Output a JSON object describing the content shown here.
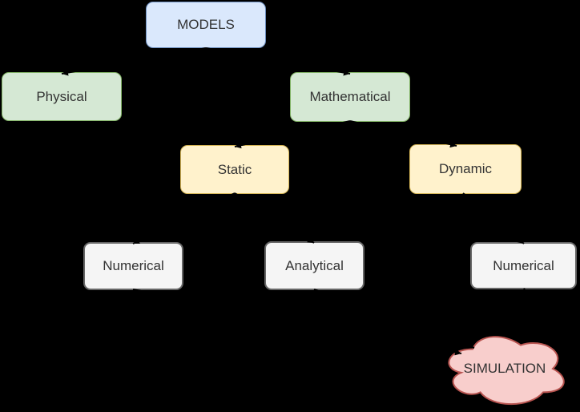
{
  "diagram": {
    "type": "tree-flowchart",
    "background_color": "#000000",
    "label_color": "#333333",
    "edge_color": "#000000",
    "nodes": [
      {
        "id": "models",
        "label": "MODELS",
        "shape": "rounded-rectangle",
        "fill": "#dae8fc",
        "stroke": "#6c8ebf"
      },
      {
        "id": "physical",
        "label": "Physical",
        "shape": "rounded-rectangle",
        "fill": "#d5e8d4",
        "stroke": "#82b366"
      },
      {
        "id": "mathematical",
        "label": "Mathematical",
        "shape": "rounded-rectangle",
        "fill": "#d5e8d4",
        "stroke": "#82b366"
      },
      {
        "id": "static",
        "label": "Static",
        "shape": "rounded-rectangle",
        "fill": "#fff2cc",
        "stroke": "#d6b656"
      },
      {
        "id": "dynamic",
        "label": "Dynamic",
        "shape": "rounded-rectangle",
        "fill": "#fff2cc",
        "stroke": "#d6b656"
      },
      {
        "id": "numerical-left",
        "label": "Numerical",
        "shape": "rounded-rectangle",
        "fill": "#f5f5f5",
        "stroke": "#666666"
      },
      {
        "id": "analytical",
        "label": "Analytical",
        "shape": "rounded-rectangle",
        "fill": "#f5f5f5",
        "stroke": "#666666"
      },
      {
        "id": "numerical-right",
        "label": "Numerical",
        "shape": "rounded-rectangle",
        "fill": "#f5f5f5",
        "stroke": "#666666"
      },
      {
        "id": "simulation",
        "label": "SIMULATION",
        "shape": "cloud",
        "fill": "#f8cecc",
        "stroke": "#b85450"
      }
    ],
    "edges": [
      {
        "from": "models",
        "to": "physical"
      },
      {
        "from": "models",
        "to": "mathematical"
      },
      {
        "from": "mathematical",
        "to": "static"
      },
      {
        "from": "mathematical",
        "to": "dynamic"
      },
      {
        "from": "static",
        "to": "numerical-left"
      },
      {
        "from": "static",
        "to": "analytical"
      },
      {
        "from": "dynamic",
        "to": "numerical-right"
      },
      {
        "from": "numerical-left",
        "to": "simulation"
      },
      {
        "from": "analytical",
        "to": "simulation"
      },
      {
        "from": "numerical-right",
        "to": "simulation"
      }
    ]
  }
}
